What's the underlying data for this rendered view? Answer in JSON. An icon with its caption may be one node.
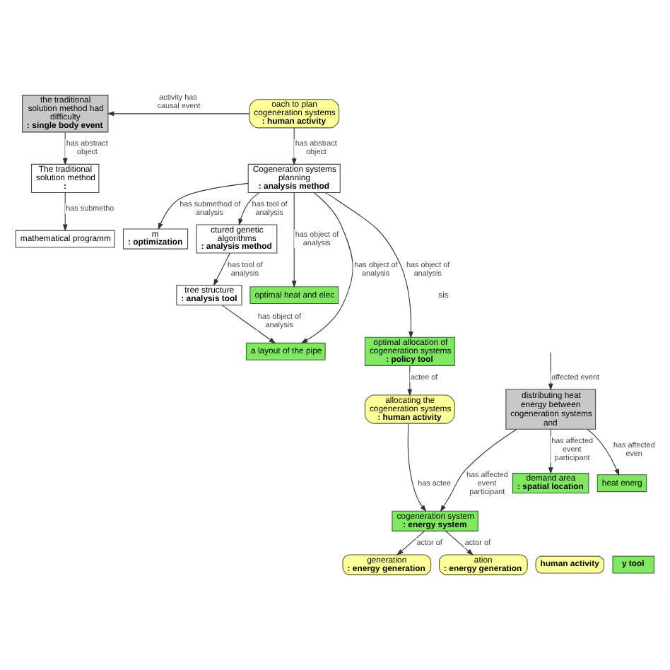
{
  "diagram": {
    "nodes": [
      {
        "text": [
          "the traditional solution method had difficulty **: single body event**"
        ]
      },
      {
        "text": [
          "oach to plan cogeneration systems **: human activity**"
        ]
      },
      {
        "text": [
          "The traditional solution method **:**"
        ]
      },
      {
        "text": [
          "Cogeneration systems planning **: analysis method**"
        ]
      },
      {
        "text": [
          "mathematical programm"
        ]
      },
      {
        "text": [
          "m **: optimization**"
        ]
      },
      {
        "text": [
          "ctured genetic algorithms **: analysis method**"
        ]
      },
      {
        "text": [
          "optimal heat and elec"
        ]
      },
      {
        "text": [
          "a layout of the pipe"
        ]
      },
      {
        "text": [
          "tree structure **: analysis tool**"
        ]
      },
      {
        "text": [
          "**human activity**"
        ]
      },
      {
        "text": [
          "optimal allocation of cogeneration systems **: policy tool**"
        ]
      },
      {
        "text": [
          "**y tool**"
        ]
      },
      {
        "text": [
          "allocating the cogeneration systems **: human activity**"
        ]
      },
      {
        "text": [
          "distributing heat energy between cogeneration systems and"
        ]
      },
      {
        "text": [
          "generation **: energy generation**"
        ]
      },
      {
        "text": [
          "cogeneration system **: energy system**"
        ]
      },
      {
        "text": [
          "demand area **: spatial location**"
        ]
      },
      {
        "text": [
          "heat energ"
        ]
      },
      {
        "text": [
          "ation **: energy generation**"
        ]
      }
    ],
    "edges": [
      {
        "from": 1,
        "to": 0,
        "arrow": "to",
        "label": "activity has causal event"
      },
      {
        "from": 0,
        "to": 2,
        "arrow": "to",
        "label": "has abstract object"
      },
      {
        "from": 1,
        "to": 3,
        "arrow": "to",
        "label": "has abstract object"
      },
      {
        "from": 2,
        "to": 4,
        "arrow": "to",
        "label": "has submetho"
      },
      {
        "from": 3,
        "to": 5,
        "arrow": "to",
        "label": "has submethod of analysis"
      },
      {
        "from": 3,
        "to": 6,
        "arrow": "to",
        "label": "has tool of analysis"
      },
      {
        "from": 3,
        "to": 7,
        "arrow": "to",
        "label": "has object of analysis"
      },
      {
        "from": 3,
        "to": 8,
        "arrow": "to",
        "label": "has object of analysis"
      },
      {
        "from": 3,
        "to": 11,
        "arrow": "to",
        "label": "has object of analysis"
      },
      {
        "from": 6,
        "to": 9,
        "arrow": "to",
        "label": "has tool of analysis"
      },
      {
        "from": 9,
        "to": 8,
        "arrow": "to",
        "label": "has object of analysis"
      },
      {
        "from": null,
        "to": 14,
        "arrow": "to",
        "label": "affected event"
      },
      {
        "from": 11,
        "to": 13,
        "arrow": "to",
        "label": "actee of"
      },
      {
        "from": 13,
        "to": 16,
        "arrow": "to",
        "label": "has actee"
      },
      {
        "from": 16,
        "to": 15,
        "arrow": "to",
        "label": "actor of"
      },
      {
        "from": 14,
        "to": 16,
        "arrow": "to",
        "label": "has affected event participant"
      },
      {
        "from": 14,
        "to": 17,
        "arrow": "to",
        "label": "has affected event participant"
      },
      {
        "from": 14,
        "to": 18,
        "arrow": "to",
        "label": "has affected even"
      },
      {
        "from": 16,
        "to": 19,
        "arrow": "to",
        "label": "actor of"
      }
    ],
    "labels": [
      "sis"
    ]
  }
}
